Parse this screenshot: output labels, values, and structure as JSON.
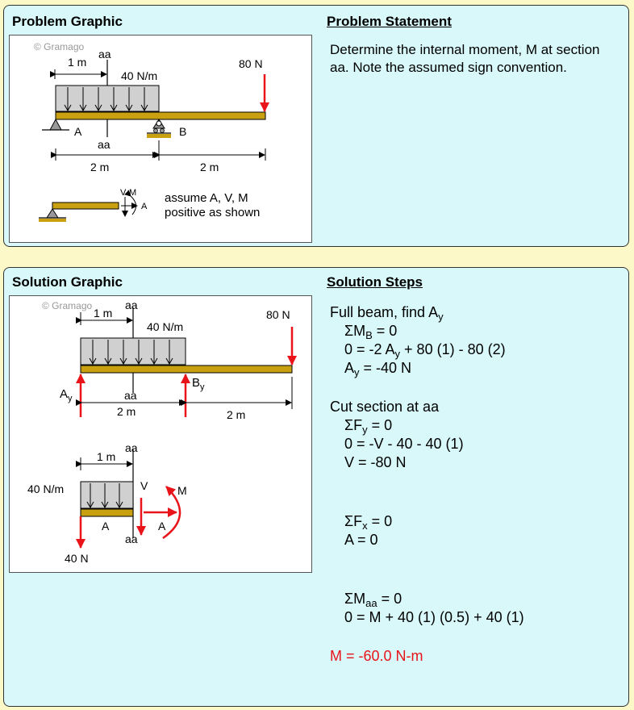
{
  "problem": {
    "graphic_title": "Problem Graphic",
    "statement_title": "Problem Statement",
    "statement_text": "Determine the internal moment, M at section aa. Note the assumed sign convention.",
    "graphic": {
      "copyright": "© Gramago",
      "dim_1m": "1 m",
      "section_top": "aa",
      "section_bottom": "aa",
      "load": "40 N/m",
      "force": "80 N",
      "support_a": "A",
      "support_b": "B",
      "span_left": "2 m",
      "span_right": "2 m",
      "conv_v": "V",
      "conv_m": "M",
      "conv_a": "A",
      "conv_note_1": "assume A, V, M",
      "conv_note_2": "positive as shown"
    }
  },
  "solution": {
    "graphic_title": "Solution Graphic",
    "steps_title": "Solution Steps",
    "graphic": {
      "copyright": "© Gramago",
      "dim_1m": "1 m",
      "section_top": "aa",
      "load": "40 N/m",
      "force": "80 N",
      "ay_main": "A",
      "ay_sub": "y",
      "by_main": "B",
      "by_sub": "y",
      "section_bottom": "aa",
      "span_left": "2 m",
      "span_right": "2 m",
      "fbd_dim": "1 m",
      "fbd_section_top": "aa",
      "fbd_load": "40 N/m",
      "fbd_v": "V",
      "fbd_m": "M",
      "fbd_a_left": "A",
      "fbd_a_right": "A",
      "fbd_section_bottom": "aa",
      "fbd_force": "40 N"
    },
    "steps": {
      "s1a": "Full beam, find A",
      "s1b": "y",
      "s2a": "ΣM",
      "s2b": "B",
      "s2c": " = 0",
      "s3a": "0 = -2 A",
      "s3b": "y",
      "s3c": " + 80 (1) - 80 (2)",
      "s4a": "A",
      "s4b": "y",
      "s4c": " = -40 N",
      "s5": "Cut section at aa",
      "s6a": "ΣF",
      "s6b": "y",
      "s6c": " = 0",
      "s7": "0 = -V - 40 - 40 (1)",
      "s8": "V = -80 N",
      "s9a": "ΣF",
      "s9b": "x",
      "s9c": " = 0",
      "s10": "A = 0",
      "s11a": "ΣM",
      "s11b": "aa",
      "s11c": " = 0",
      "s12": "0 = M + 40 (1) (0.5) + 40 (1)",
      "result": "M = -60.0 N-m"
    }
  },
  "colors": {
    "panel_bg": "#d8f8fa",
    "page_bg": "#fdf8c8",
    "beam": "#c8a010",
    "load_fill": "#d0d0d0",
    "arrow_red": "#e8141a"
  }
}
